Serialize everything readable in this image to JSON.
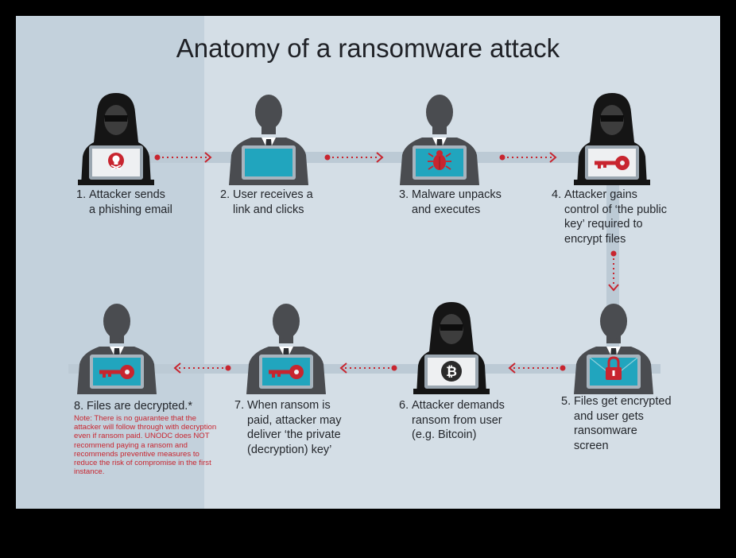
{
  "title": "Anatomy of a ransomware attack",
  "steps": [
    {
      "num": "1.",
      "text": "Attacker sends\na phishing email"
    },
    {
      "num": "2.",
      "text": "User receives a\nlink and clicks"
    },
    {
      "num": "3.",
      "text": "Malware unpacks\nand executes"
    },
    {
      "num": "4.",
      "text": "Attacker gains\ncontrol of ‘the public\nkey’ required to\nencrypt files"
    },
    {
      "num": "5.",
      "text": "Files get encrypted\nand user gets\nransomware\nscreen"
    },
    {
      "num": "6.",
      "text": "Attacker demands\nransom from user\n(e.g. Bitcoin)"
    },
    {
      "num": "7.",
      "text": "When ransom is\npaid, attacker may\ndeliver ‘the private\n(decryption) key’"
    },
    {
      "num": "8.",
      "text": "Files are decrypted.*"
    }
  ],
  "note": "Note: There is no guarantee that the attacker will follow through with decryption even if ransom paid. UNODC does NOT recommend paying a ransom and recommends preventive measures to reduce the risk of compromise in the first instance.",
  "colors": {
    "accent": "#c8252f",
    "screen": "#21a5be",
    "figure": "#4a4c50",
    "hacker": "#151515",
    "background": "#d4dee6",
    "band": "#c3d1dc"
  },
  "figures": [
    {
      "role": "attacker",
      "screen": "light",
      "icon": "skull-icon"
    },
    {
      "role": "user",
      "screen": "teal",
      "icon": "none"
    },
    {
      "role": "user",
      "screen": "teal",
      "icon": "bug-icon"
    },
    {
      "role": "attacker",
      "screen": "light",
      "icon": "key-icon"
    },
    {
      "role": "user",
      "screen": "teal",
      "icon": "lock-icon"
    },
    {
      "role": "attacker",
      "screen": "light",
      "icon": "bitcoin-icon"
    },
    {
      "role": "user",
      "screen": "teal",
      "icon": "key-icon"
    },
    {
      "role": "user",
      "screen": "teal",
      "icon": "key-icon"
    }
  ]
}
